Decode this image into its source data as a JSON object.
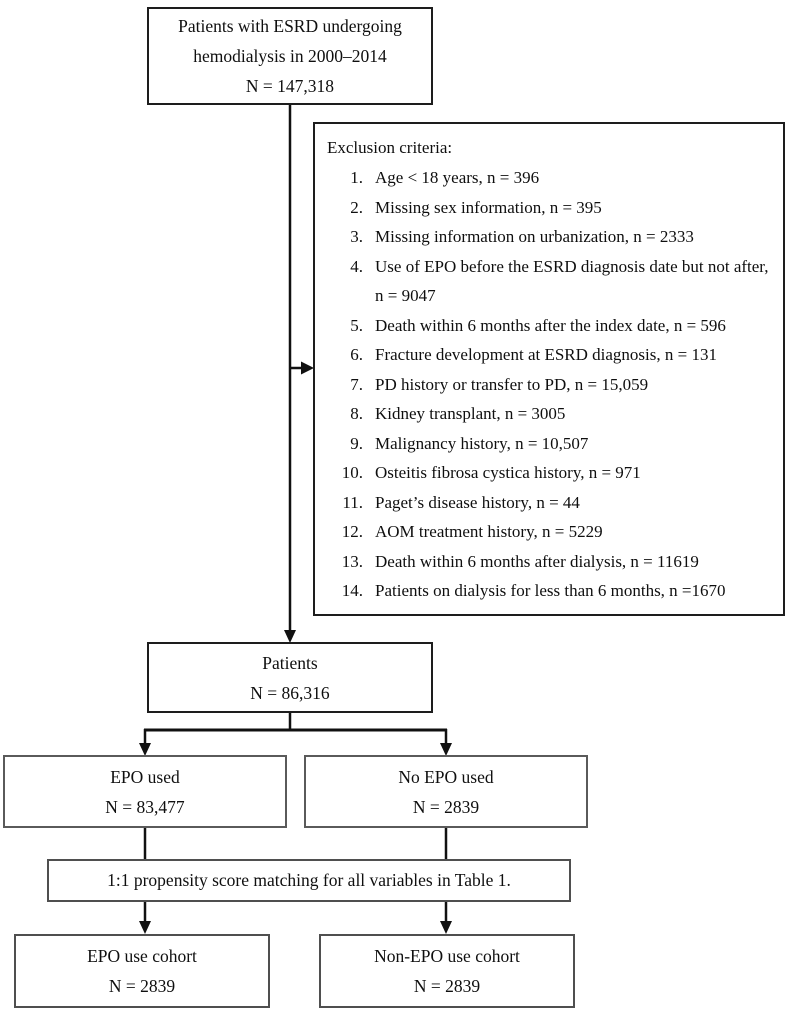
{
  "colors": {
    "background": "#ffffff",
    "box_border_dark": "#1d1d1d",
    "box_border_gray": "#5a5a5a",
    "connector_line": "#111111",
    "text": "#0f0f0f"
  },
  "flowchart": {
    "top_box": {
      "line1": "Patients with ESRD undergoing",
      "line2": "hemodialysis in 2000–2014",
      "line3": "N = 147,318"
    },
    "exclusion_box": {
      "title": "Exclusion criteria:",
      "items": [
        {
          "num": "1.",
          "text": "Age < 18 years, n = 396"
        },
        {
          "num": "2.",
          "text": "Missing sex information, n = 395"
        },
        {
          "num": "3.",
          "text": "Missing information on urbanization, n = 2333"
        },
        {
          "num": "4.",
          "text": "Use of EPO before the ESRD diagnosis date but not after, n = 9047"
        },
        {
          "num": "5.",
          "text": "Death within 6 months after the index date, n = 596"
        },
        {
          "num": "6.",
          "text": "Fracture development at ESRD diagnosis, n = 131"
        },
        {
          "num": "7.",
          "text": "PD history or transfer to PD, n = 15,059"
        },
        {
          "num": "8.",
          "text": "Kidney transplant, n = 3005"
        },
        {
          "num": "9.",
          "text": "Malignancy history, n = 10,507"
        },
        {
          "num": "10.",
          "text": "Osteitis fibrosa cystica history, n = 971"
        },
        {
          "num": "11.",
          "text": "Paget’s disease history, n = 44"
        },
        {
          "num": "12.",
          "text": "AOM treatment history, n = 5229"
        },
        {
          "num": "13.",
          "text": "Death within 6 months after dialysis, n = 11619"
        },
        {
          "num": "14.",
          "text": "Patients on dialysis for less than 6 months, n =1670"
        }
      ]
    },
    "patients_box": {
      "line1": "Patients",
      "line2": "N = 86,316"
    },
    "epo_used_box": {
      "line1": "EPO used",
      "line2": "N = 83,477"
    },
    "no_epo_used_box": {
      "line1": "No EPO used",
      "line2": "N = 2839"
    },
    "matching_box": {
      "text": "1:1 propensity score matching for all variables in Table 1."
    },
    "epo_cohort_box": {
      "line1": "EPO use cohort",
      "line2": "N = 2839"
    },
    "non_epo_cohort_box": {
      "line1": "Non-EPO use cohort",
      "line2": "N = 2839"
    }
  }
}
